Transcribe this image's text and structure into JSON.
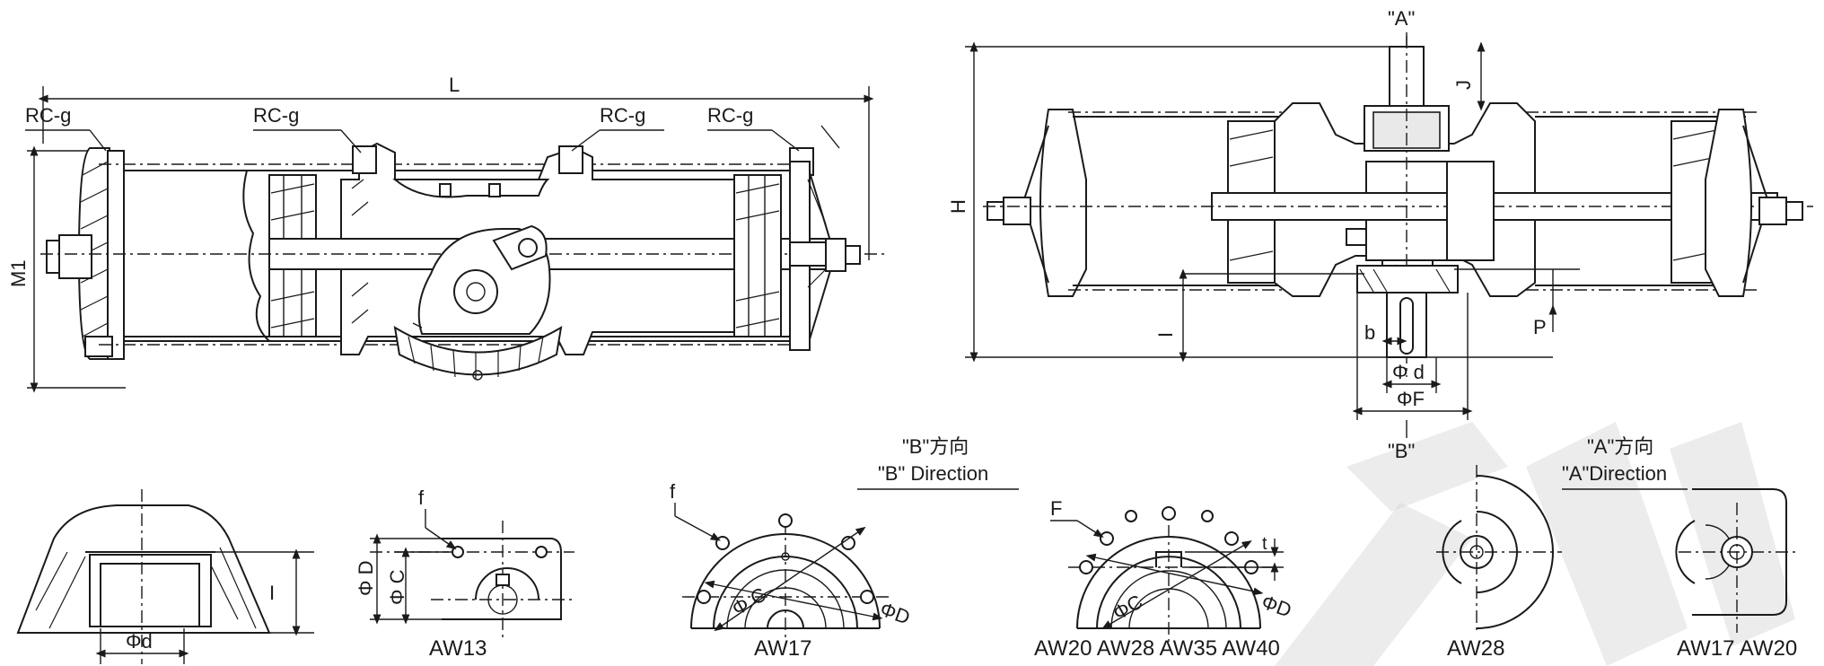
{
  "front_view": {
    "dimension_L": "L",
    "dimension_M1": "M1",
    "port_labels": [
      "RC-g",
      "RC-g",
      "RC-g",
      "RC-g"
    ]
  },
  "top_view": {
    "view_A_marker": "\"A\"",
    "dimension_H": "H",
    "dimension_J": "J",
    "dimension_I": "I",
    "dimension_P": "P",
    "dimension_b": "b",
    "dimension_d": "Φ d",
    "dimension_F": "ΦF",
    "view_B_marker": "\"B\""
  },
  "detail_shaft": {
    "dimension_I": "I",
    "dimension_d": "Φd"
  },
  "detail_aw13": {
    "label_f": "f",
    "dimension_D": "Φ D",
    "dimension_C": "Φ C",
    "caption": "AW13"
  },
  "detail_aw17": {
    "label_f": "f",
    "dimension_C": "Φ C",
    "dimension_D": "ΦD",
    "caption": "AW17"
  },
  "b_direction": {
    "chinese": "\"B\"方向",
    "english": "\"B\" Direction"
  },
  "detail_aw20": {
    "label_F": "F",
    "label_t": "t",
    "dimension_C": "ΦC",
    "dimension_D": "ΦD",
    "caption": "AW20 AW28 AW35 AW40"
  },
  "detail_aw28": {
    "caption": "AW28"
  },
  "a_direction": {
    "chinese": "\"A\"方向",
    "english": "\"A\"Direction"
  },
  "detail_aw17_aw20": {
    "caption": "AW17 AW20"
  }
}
